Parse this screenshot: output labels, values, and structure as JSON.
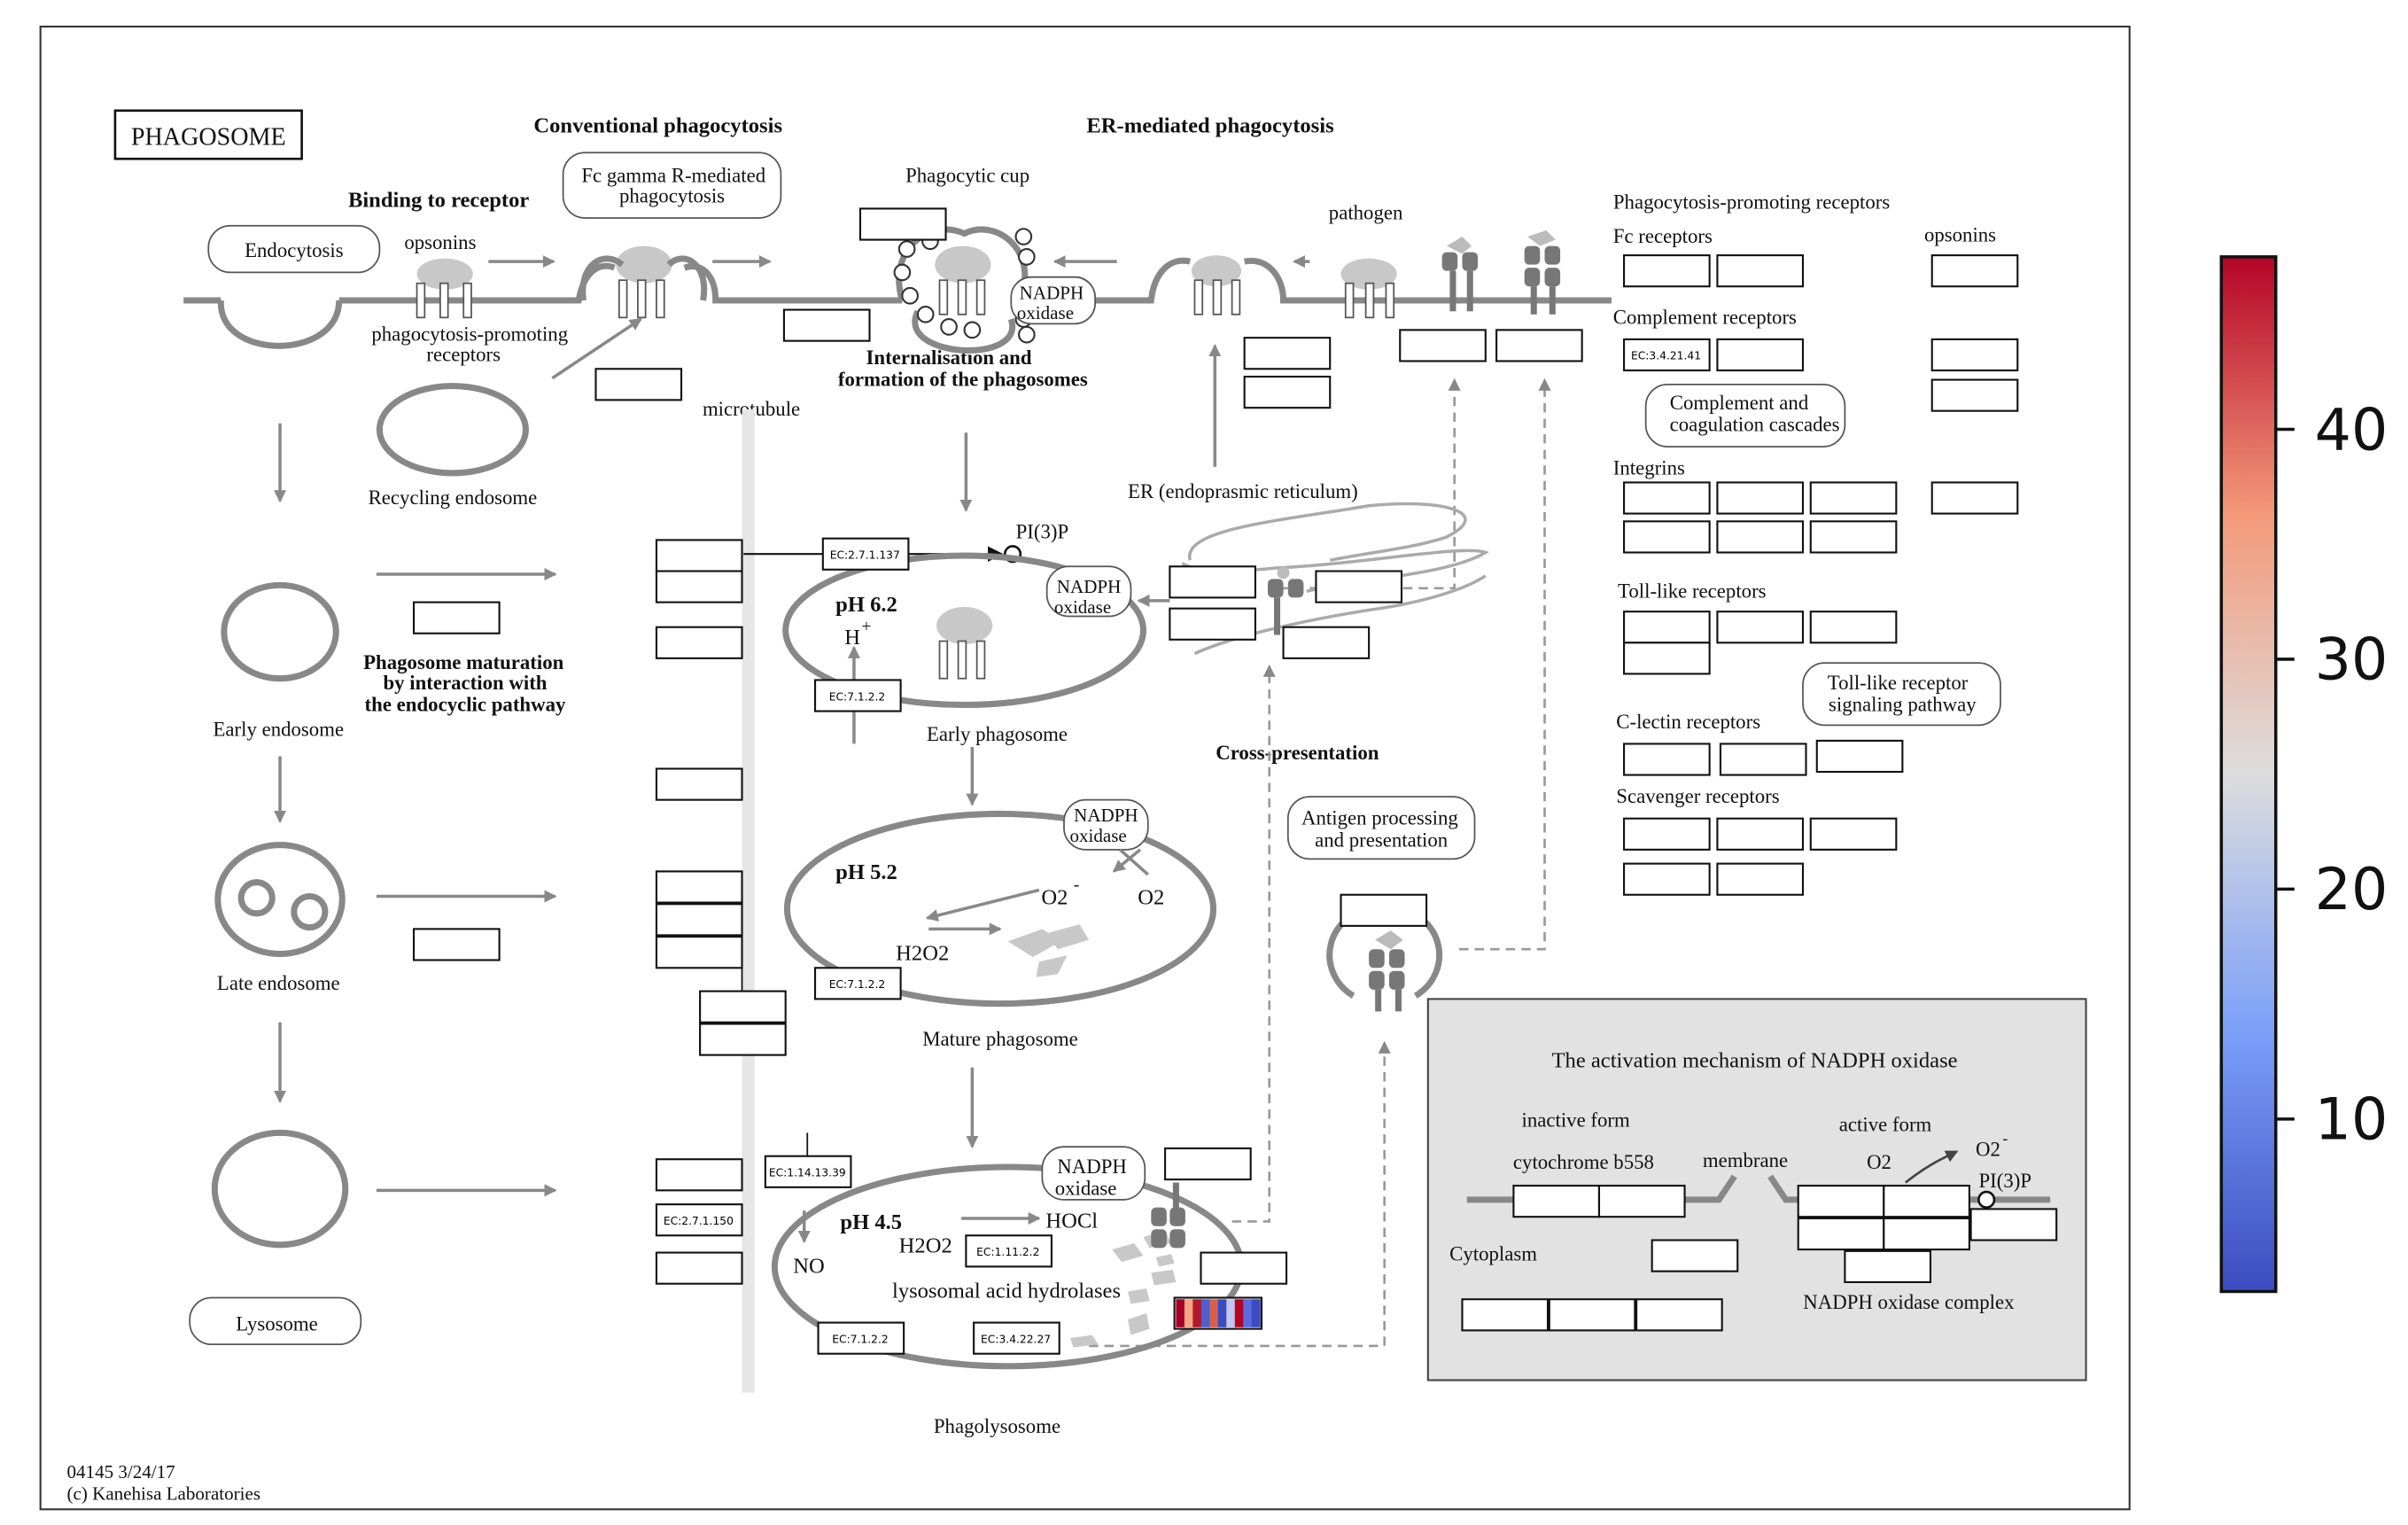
{
  "title": "PHAGOSOME",
  "section_headers": {
    "conventional": "Conventional phagocytosis",
    "er_mediated": "ER-mediated phagocytosis",
    "binding": "Binding to receptor",
    "internalisation_1": "Internalisation and",
    "internalisation_2": "formation of the phagosomes",
    "maturation_1": "Phagosome maturation",
    "maturation_2": "by interaction with",
    "maturation_3": "the endocyclic pathway",
    "cross_presentation": "Cross-presentation",
    "receptors_title": "Phagocytosis-promoting receptors"
  },
  "pathway_links": {
    "endocytosis": "Endocytosis",
    "fc_gamma_1": "Fc gamma R-mediated",
    "fc_gamma_2": "phagocytosis",
    "lysosome": "Lysosome",
    "complement_1": "Complement and",
    "complement_2": "coagulation cascades",
    "toll_1": "Toll-like receptor",
    "toll_2": "signaling pathway",
    "antigen_1": "Antigen processing",
    "antigen_2": "and presentation"
  },
  "labels": {
    "opsonins": "opsonins",
    "opsonins2": "opsonins",
    "ppr_1": "phagocytosis-promoting",
    "ppr_2": "receptors",
    "recycling_endosome": "Recycling endosome",
    "microtubule": "microtubule",
    "phagocytic_cup": "Phagocytic cup",
    "pathogen": "pathogen",
    "er": "ER (endoprasmic reticulum)",
    "early_endosome": "Early endosome",
    "late_endosome": "Late endosome",
    "early_phagosome": "Early phagosome",
    "mature_phagosome": "Mature phagosome",
    "phagolysosome": "Phagolysosome",
    "ph62": "pH 6.2",
    "ph52": "pH 5.2",
    "ph45": "pH 4.5",
    "hplus": "H",
    "hplus_sup": "+",
    "pi3p": "PI(3)P",
    "o2minus": "O2",
    "o2minus_sup": "-",
    "o2": "O2",
    "h2o2": "H2O2",
    "h2o2_b": "H2O2",
    "hocl": "HOCl",
    "no": "NO",
    "lysosomal": "lysosomal acid hydrolases",
    "nadph_1": "NADPH",
    "nadph_2": "oxidase",
    "fc_receptors": "Fc receptors",
    "complement_receptors": "Complement receptors",
    "integrins": "Integrins",
    "toll_receptors": "Toll-like receptors",
    "clectin": "C-lectin receptors",
    "scavenger": "Scavenger receptors",
    "footer_1": "04145 3/24/17",
    "footer_2": "(c) Kanehisa Laboratories"
  },
  "ec_numbers": {
    "ec_pi3k": "EC:2.7.1.137",
    "ec_early": "EC:7.1.2.2",
    "ec_mature": "EC:7.1.2.2",
    "ec_lyso_a": "EC:1.14.13.39",
    "ec_lyso_b": "EC:2.7.1.150",
    "ec_lyso_c": "EC:1.11.2.2",
    "ec_lyso_d": "EC:7.1.2.2",
    "ec_lyso_e": "EC:3.4.22.27",
    "ec_complement": "EC:3.4.21.41"
  },
  "inset": {
    "title": "The activation mechanism of NADPH oxidase",
    "inactive": "inactive form",
    "active": "active form",
    "cytochrome": "cytochrome b558",
    "membrane": "membrane",
    "o2": "O2",
    "o2minus": "O2",
    "o2minus_sup": "-",
    "pi3p": "PI(3)P",
    "cytoplasm": "Cytoplasm",
    "complex": "NADPH oxidase complex"
  },
  "colorbar": {
    "ticks": [
      {
        "value": 10,
        "label": "10"
      },
      {
        "value": 20,
        "label": "20"
      },
      {
        "value": 30,
        "label": "30"
      },
      {
        "value": 40,
        "label": "40"
      }
    ],
    "min": 2.5,
    "max": 47.5,
    "colors": {
      "low": "#3b4cc0",
      "mid": "#dddddd",
      "high": "#b40426"
    }
  },
  "expression_stripes": {
    "colors": [
      "#a50026",
      "#f4a582",
      "#b2182b",
      "#4f5fd0",
      "#d6604d",
      "#3b4cc0",
      "#c0c8f0",
      "#b40426",
      "#5a6be0",
      "#3b4cc0"
    ]
  }
}
